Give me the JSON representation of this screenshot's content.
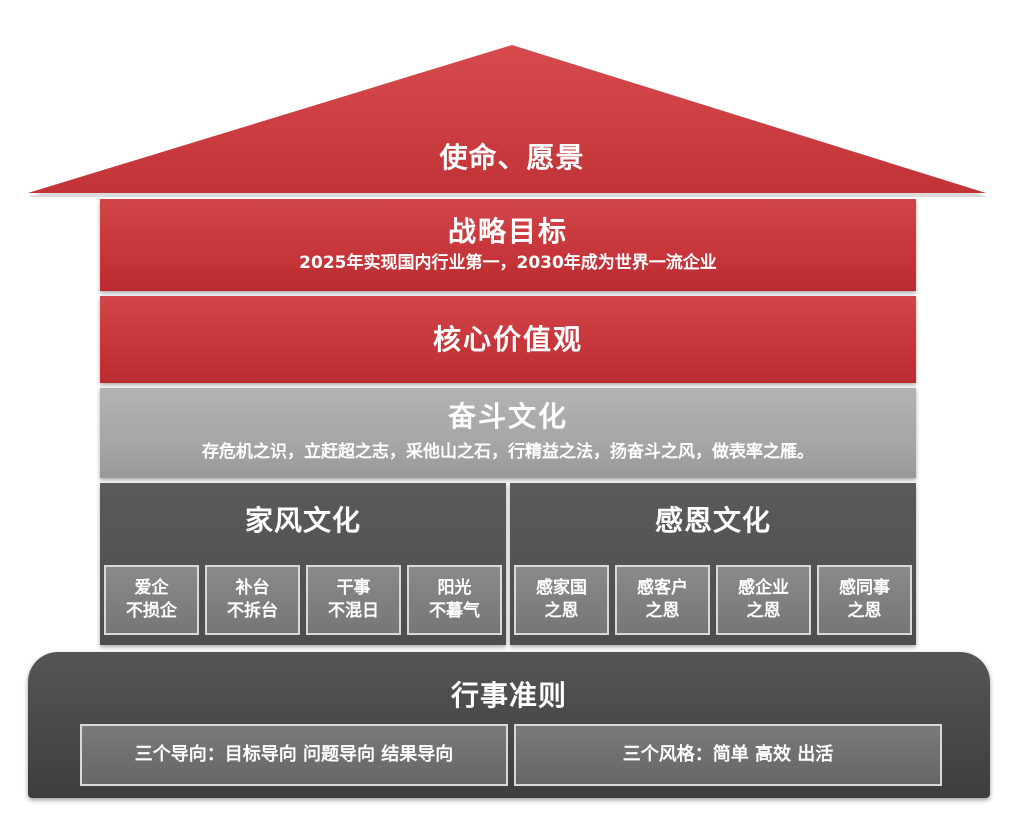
{
  "roof": {
    "title": "使命、愿景"
  },
  "strategy": {
    "title": "战略目标",
    "subtitle": "2025年实现国内行业第一，2030年成为世界一流企业"
  },
  "values": {
    "title": "核心价值观"
  },
  "struggle": {
    "title": "奋斗文化",
    "subtitle": "存危机之识，立赶超之志，采他山之石，行精益之法，扬奋斗之风，做表率之雁。"
  },
  "family": {
    "title": "家风文化",
    "items": [
      {
        "line1": "爱企",
        "line2": "不损企"
      },
      {
        "line1": "补台",
        "line2": "不拆台"
      },
      {
        "line1": "干事",
        "line2": "不混日"
      },
      {
        "line1": "阳光",
        "line2": "不暮气"
      }
    ]
  },
  "gratitude": {
    "title": "感恩文化",
    "items": [
      {
        "line1": "感家国",
        "line2": "之恩"
      },
      {
        "line1": "感客户",
        "line2": "之恩"
      },
      {
        "line1": "感企业",
        "line2": "之恩"
      },
      {
        "line1": "感同事",
        "line2": "之恩"
      }
    ]
  },
  "foundation": {
    "title": "行事准则",
    "rules": [
      "三个导向：目标导向 问题导向 结果导向",
      "三个风格：简单 高效 出活"
    ]
  },
  "colors": {
    "red": "#c8383c",
    "grey": "#a6a6a6",
    "dark": "#4d4d4d"
  }
}
